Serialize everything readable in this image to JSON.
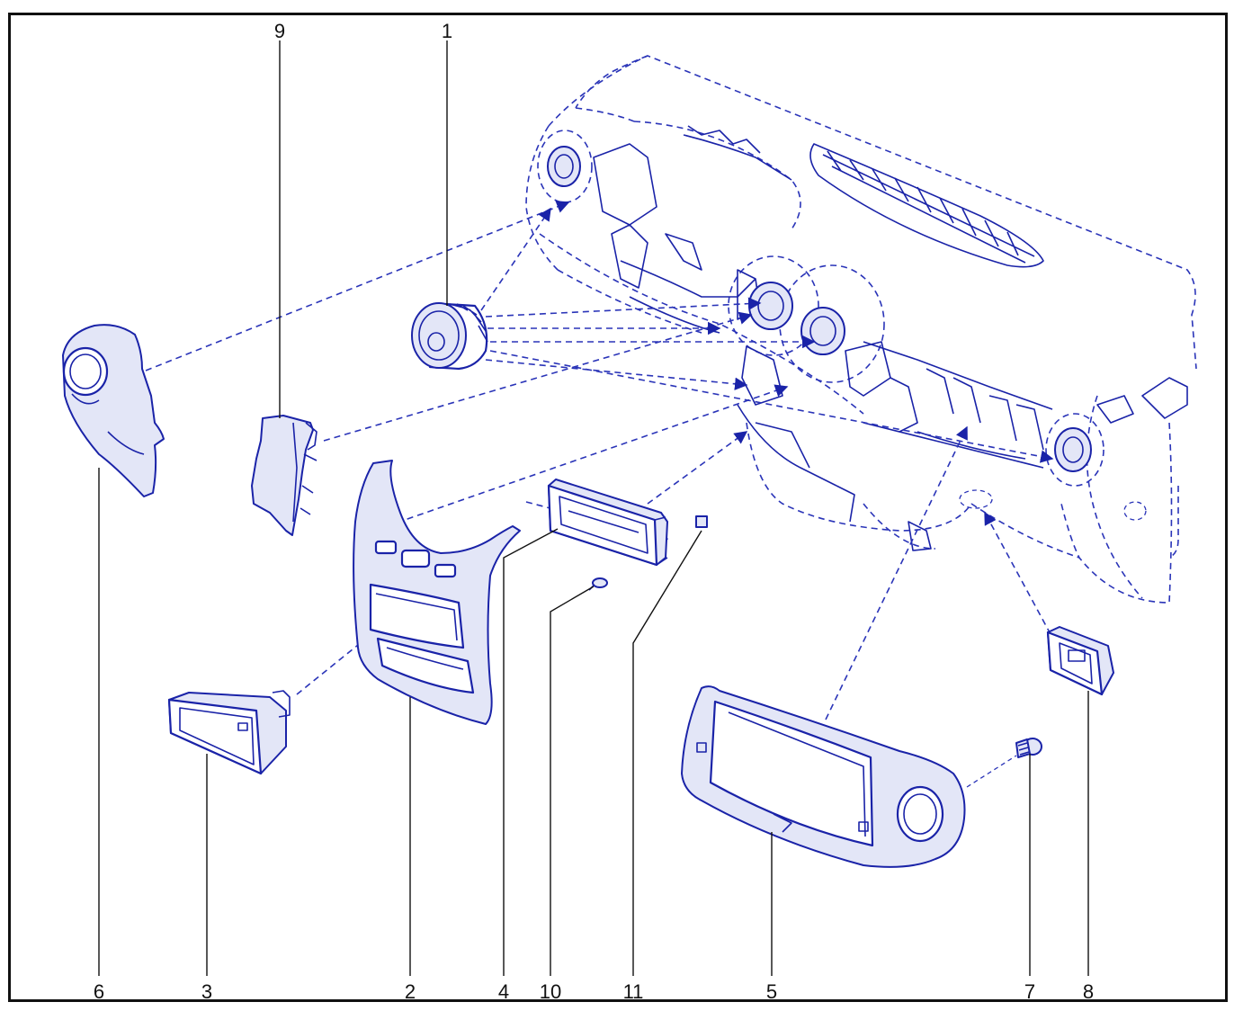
{
  "colors": {
    "line": "#1a23a8",
    "part_fill": "#e3e6f7",
    "callout_text": "#111111",
    "frame": "#111111"
  },
  "callouts": {
    "c1": "1",
    "c2": "2",
    "c3": "3",
    "c4": "4",
    "c5": "5",
    "c6": "6",
    "c7": "7",
    "c8": "8",
    "c9": "9",
    "c10": "10",
    "c11": "11"
  }
}
